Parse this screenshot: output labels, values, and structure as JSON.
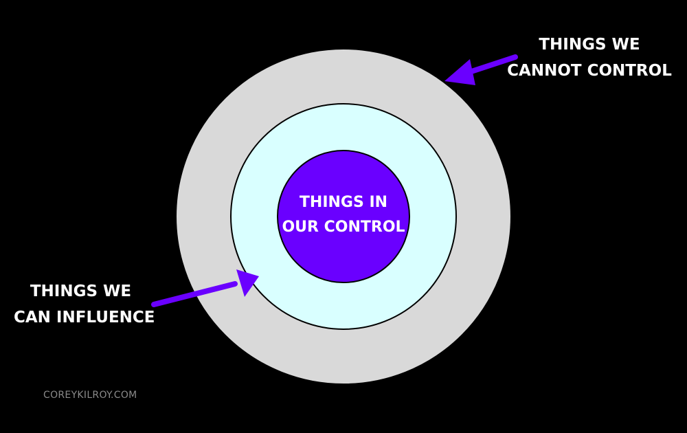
{
  "colors": {
    "background": "#000000",
    "outer_ring": "#d9d9d9",
    "middle_ring": "#d9ffff",
    "inner_circle": "#6a00ff",
    "arrow": "#6a00ff",
    "text": "#ffffff",
    "watermark": "#8a8a8a"
  },
  "circles": {
    "inner": {
      "line1": "THINGS IN",
      "line2": "OUR CONTROL"
    }
  },
  "callouts": {
    "cannot_control": {
      "line1": "THINGS WE",
      "line2": "CANNOT CONTROL"
    },
    "can_influence": {
      "line1": "THINGS WE",
      "line2": "CAN INFLUENCE"
    }
  },
  "watermark": "COREYKILROY.COM"
}
